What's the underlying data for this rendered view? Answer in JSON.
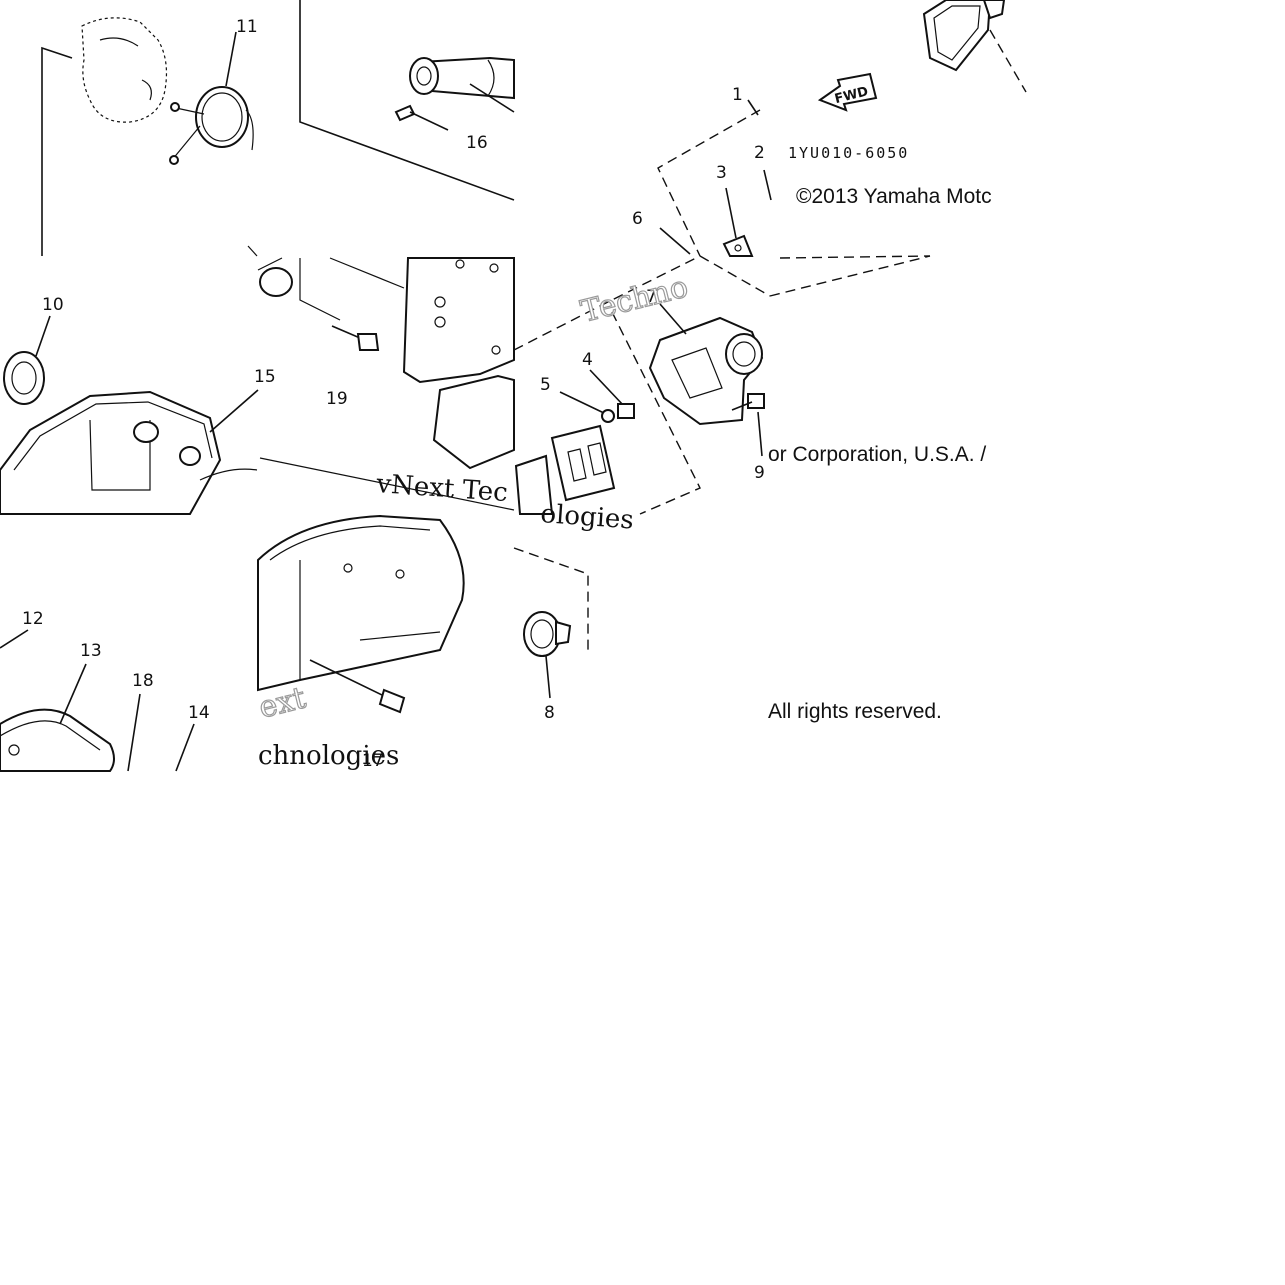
{
  "diagram": {
    "callouts": [
      "1",
      "2",
      "3",
      "4",
      "5",
      "6",
      "7",
      "8",
      "9",
      "10",
      "11",
      "12",
      "13",
      "14",
      "15",
      "16",
      "17",
      "18",
      "19"
    ],
    "part_code": "1YU010-6050",
    "fwd_label": "FWD",
    "copyright": {
      "line1": "©2013 Yamaha Motc",
      "line2": "or Corporation, U.S.A. /",
      "line3": "All rights reserved."
    },
    "watermarks": {
      "techno": "Techno",
      "vnext_tec": "vNext Tec",
      "logies": "ologies",
      "ext": "ext",
      "chnologies": "chnologies"
    }
  }
}
